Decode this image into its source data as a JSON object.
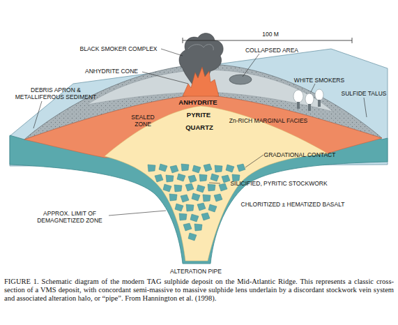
{
  "diagram": {
    "caption": "FIGURE 1. Schematic diagram of the modern TAG sulphide deposit on the Mid-Atlantic Ridge. This represents a classic cross-section of a VMS deposit, with concordant semi-massive to massive sulphide lens underlain by a discordant stockwork vein system and associated alteration halo, or “pipe”. From Hannington et al. (1998).",
    "labels": [
      "100 M",
      "BLACK SMOKER COMPLEX",
      "COLLAPSED AREA",
      "ANHYDRITE CONE",
      "WHITE SMOKERS",
      "DEBRIS APRON & METALLIFEROUS SEDIMENT",
      "SULFIDE TALUS",
      "ANHYDRITE",
      "SEALED ZONE",
      "PYRITE",
      "Zn-RICH MARGINAL FACIES",
      "QUARTZ",
      "GRADATIONAL CONTACT",
      "SILICIFIED, PYRITIC STOCKWORK",
      "APPROX. LIMIT OF DEMAGNETIZED ZONE",
      "CHLORITIZED ± HEMATIZED BASALT",
      "ALTERATION PIPE"
    ]
  }
}
